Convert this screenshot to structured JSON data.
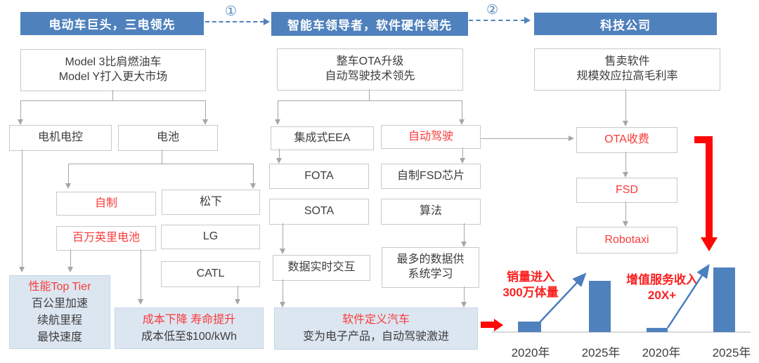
{
  "stage1": {
    "header": "电动车巨头，三电领先",
    "step_to_next": "①",
    "summary": [
      "Model 3比肩燃油车",
      "Model Y打入更大市场"
    ],
    "nodes": {
      "motor": "电机电控",
      "battery": "电池",
      "self_made": "自制",
      "panasonic": "松下",
      "million_mile_battery": "百万英里电池",
      "lg": "LG",
      "catl": "CATL"
    },
    "outcome_performance": {
      "headline": "性能Top Tier",
      "lines": [
        "百公里加速",
        "续航里程",
        "最快速度"
      ]
    },
    "outcome_cost": {
      "headline": "成本下降  寿命提升",
      "lines": [
        "成本低至$100/kWh"
      ]
    }
  },
  "stage2": {
    "header": "智能车领导者，软件硬件领先",
    "step_to_next": "②",
    "summary": [
      "整车OTA升级",
      "自动驾驶技术领先"
    ],
    "nodes": {
      "eea": "集成式EEA",
      "autopilot": "自动驾驶",
      "fota": "FOTA",
      "fsd_chip": "自制FSD芯片",
      "sota": "SOTA",
      "algorithm": "算法",
      "realtime_data": "数据实时交互",
      "data_for_learning": [
        "最多的数据供",
        "系统学习"
      ]
    },
    "outcome_software": {
      "headline": "软件定义汽车",
      "lines": [
        "变为电子产品，自动驾驶激进"
      ]
    }
  },
  "stage3": {
    "header": "科技公司",
    "summary": [
      "售卖软件",
      "规模效应拉高毛利率"
    ],
    "nodes": {
      "ota_fee": "OTA收费",
      "fsd": "FSD",
      "robotaxi": "Robotaxi"
    }
  },
  "chart_data": {
    "type": "bar",
    "note": "no y-axis shown; values_rel are relative bar heights read from pixels",
    "groups": [
      {
        "annotation": [
          "销量进入",
          "300万体量"
        ],
        "categories": [
          "2020年",
          "2025年"
        ],
        "values_rel": [
          15,
          73
        ]
      },
      {
        "annotation": [
          "增值服务收入",
          "20X+"
        ],
        "categories": [
          "2020年",
          "2025年"
        ],
        "values_rel": [
          6,
          92
        ]
      }
    ],
    "bar_color": "#4f81bd",
    "annotation_color": "#fb2020",
    "legend": "none",
    "grid": false
  },
  "colors": {
    "header_bg": "#4f81bd",
    "light_box_bg": "#dce6f1",
    "red_text": "#f93b3b",
    "connector": "#a6a6a6",
    "dashed_arrow": "#4f81bd",
    "big_arrow_red": "#fe0707"
  }
}
